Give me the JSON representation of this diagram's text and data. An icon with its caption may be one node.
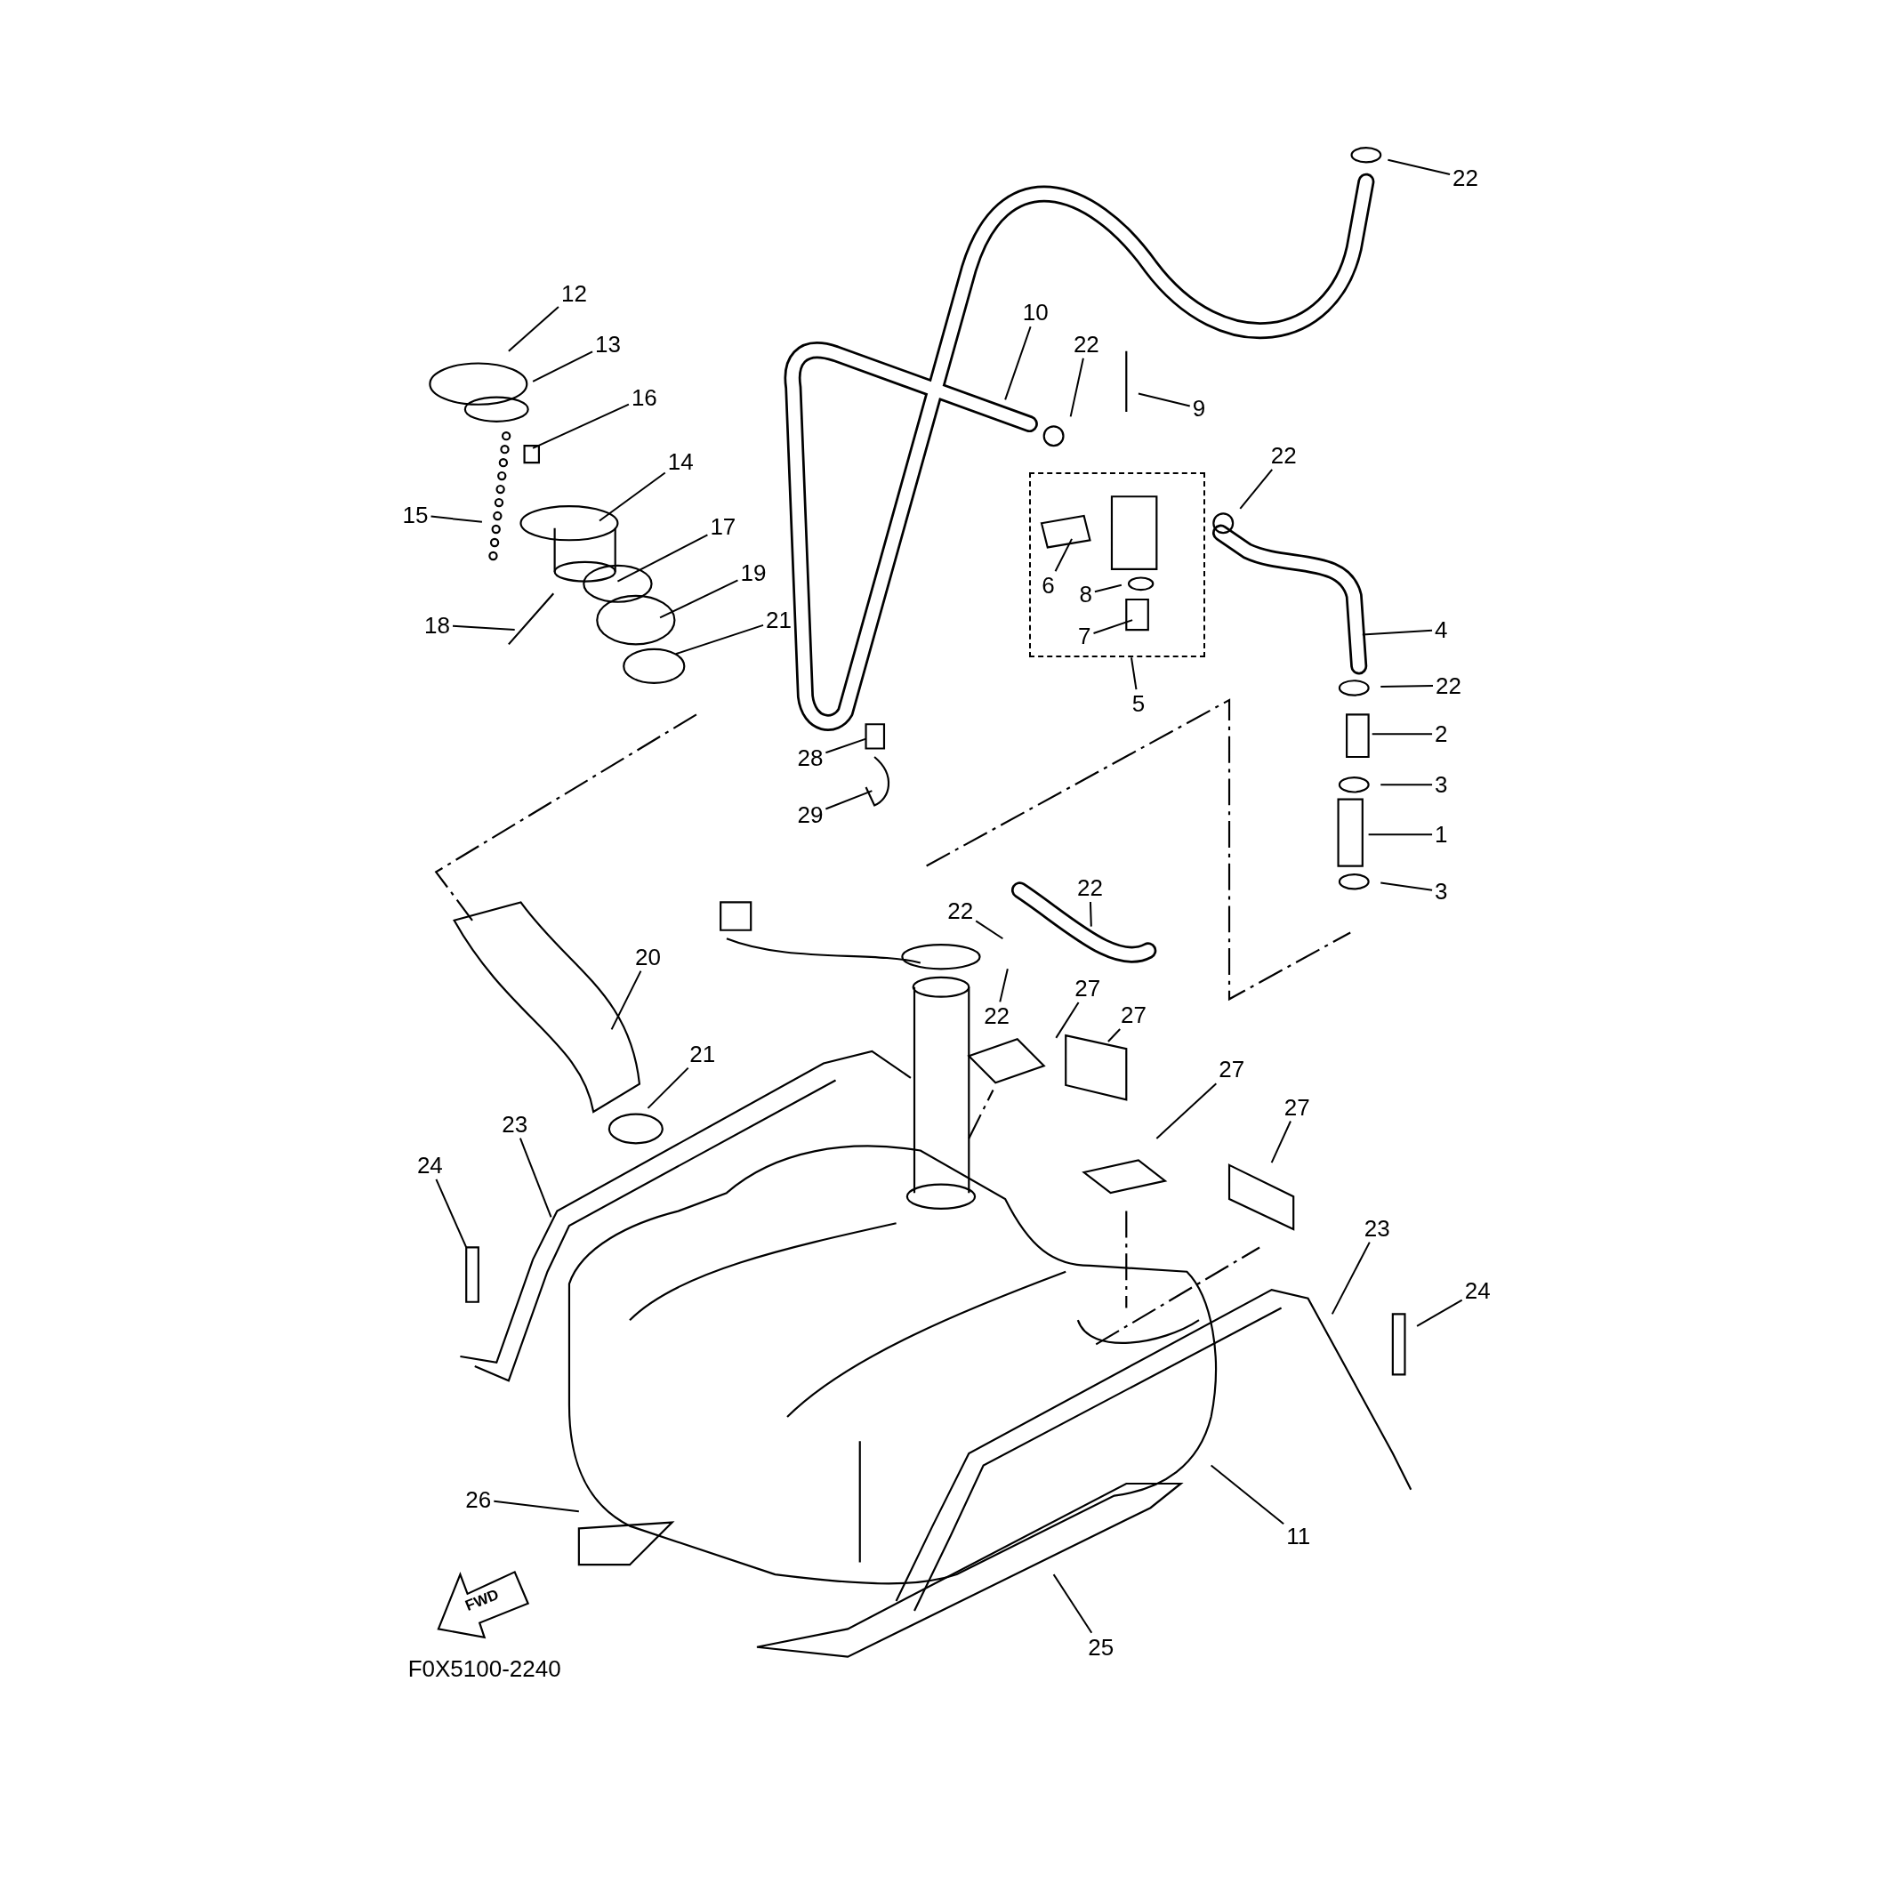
{
  "diagram": {
    "nodes": [
      {
        "text": [
          "22"
        ]
      },
      {
        "text": [
          "12"
        ]
      },
      {
        "text": [
          "13"
        ]
      },
      {
        "text": [
          "10"
        ]
      },
      {
        "text": [
          "22"
        ]
      },
      {
        "text": [
          "16"
        ]
      },
      {
        "text": [
          "9"
        ]
      },
      {
        "text": [
          "22"
        ]
      },
      {
        "text": [
          "14"
        ]
      },
      {
        "text": [
          "15"
        ]
      },
      {
        "text": [
          "17"
        ]
      },
      {
        "text": [
          "19"
        ]
      },
      {
        "text": [],
        "shape": "box"
      },
      {
        "text": [
          "6"
        ],
        "in": 12
      },
      {
        "text": [
          "8"
        ],
        "in": 12
      },
      {
        "text": [
          "18"
        ]
      },
      {
        "text": [
          "21"
        ]
      },
      {
        "text": [
          "4"
        ]
      },
      {
        "text": [
          "7"
        ],
        "in": 12
      },
      {
        "text": [
          "5"
        ]
      },
      {
        "text": [
          "22"
        ]
      },
      {
        "text": [
          "2"
        ]
      },
      {
        "text": [
          "28"
        ]
      },
      {
        "text": [
          "3"
        ]
      },
      {
        "text": [
          "29"
        ]
      },
      {
        "text": [
          "1"
        ]
      },
      {
        "text": [
          "22"
        ]
      },
      {
        "text": [
          "3"
        ]
      },
      {
        "text": [
          "22"
        ]
      },
      {
        "text": [
          "20"
        ]
      },
      {
        "text": [
          "22"
        ]
      },
      {
        "text": [
          "27"
        ]
      },
      {
        "text": [
          "27"
        ]
      },
      {
        "text": [
          "21"
        ]
      },
      {
        "text": [
          "27"
        ]
      },
      {
        "text": [
          "27"
        ]
      },
      {
        "text": [
          "23"
        ]
      },
      {
        "text": [
          "24"
        ]
      },
      {
        "text": [
          "23"
        ]
      },
      {
        "text": [
          "24"
        ]
      },
      {
        "text": [
          "26"
        ]
      },
      {
        "text": [
          "11"
        ]
      },
      {
        "text": [
          "25"
        ]
      }
    ],
    "edges": [
      {
        "from": 0,
        "to": null,
        "arrow": "none"
      },
      {
        "from": 1,
        "to": null,
        "arrow": "none"
      },
      {
        "from": 2,
        "to": null,
        "arrow": "none"
      },
      {
        "from": 3,
        "to": null,
        "arrow": "none"
      },
      {
        "from": 4,
        "to": null,
        "arrow": "none"
      },
      {
        "from": 5,
        "to": null,
        "arrow": "none"
      },
      {
        "from": 6,
        "to": null,
        "arrow": "none"
      },
      {
        "from": 7,
        "to": null,
        "arrow": "none"
      },
      {
        "from": 8,
        "to": null,
        "arrow": "none"
      },
      {
        "from": 9,
        "to": null,
        "arrow": "none"
      },
      {
        "from": 10,
        "to": null,
        "arrow": "none"
      },
      {
        "from": 11,
        "to": null,
        "arrow": "none"
      },
      {
        "from": 13,
        "to": null,
        "arrow": "none"
      },
      {
        "from": 14,
        "to": null,
        "arrow": "none"
      },
      {
        "from": 15,
        "to": null,
        "arrow": "none"
      },
      {
        "from": 16,
        "to": null,
        "arrow": "none"
      },
      {
        "from": 17,
        "to": null,
        "arrow": "none"
      },
      {
        "from": 18,
        "to": null,
        "arrow": "none"
      },
      {
        "from": 19,
        "to": 12,
        "arrow": "none"
      },
      {
        "from": 20,
        "to": null,
        "arrow": "none"
      },
      {
        "from": 21,
        "to": null,
        "arrow": "none"
      },
      {
        "from": 22,
        "to": null,
        "arrow": "none"
      },
      {
        "from": 23,
        "to": null,
        "arrow": "none"
      },
      {
        "from": 24,
        "to": null,
        "arrow": "none"
      },
      {
        "from": 25,
        "to": null,
        "arrow": "none"
      },
      {
        "from": 26,
        "to": null,
        "arrow": "none"
      },
      {
        "from": 27,
        "to": null,
        "arrow": "none"
      },
      {
        "from": 28,
        "to": null,
        "arrow": "none"
      },
      {
        "from": 29,
        "to": null,
        "arrow": "none"
      },
      {
        "from": 30,
        "to": null,
        "arrow": "none"
      },
      {
        "from": 31,
        "to": null,
        "arrow": "none"
      },
      {
        "from": 32,
        "to": null,
        "arrow": "none"
      },
      {
        "from": 33,
        "to": null,
        "arrow": "none"
      },
      {
        "from": 34,
        "to": null,
        "arrow": "none"
      },
      {
        "from": 35,
        "to": null,
        "arrow": "none"
      },
      {
        "from": 36,
        "to": null,
        "arrow": "none"
      },
      {
        "from": 37,
        "to": null,
        "arrow": "none"
      },
      {
        "from": 38,
        "to": null,
        "arrow": "none"
      },
      {
        "from": 39,
        "to": null,
        "arrow": "none"
      },
      {
        "from": 40,
        "to": null,
        "arrow": "none"
      },
      {
        "from": 41,
        "to": null,
        "arrow": "none"
      },
      {
        "from": 42,
        "to": null,
        "arrow": "none"
      }
    ],
    "labels": [
      "FWD",
      "F0X5100-2240"
    ]
  }
}
